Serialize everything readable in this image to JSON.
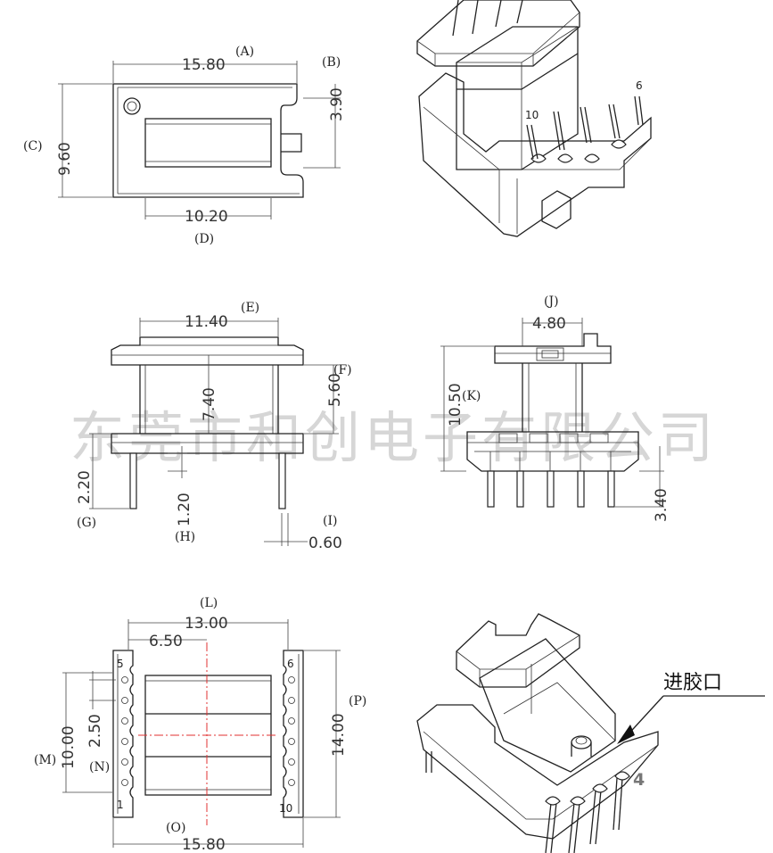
{
  "watermark": "东莞市和创电子有限公司",
  "top_view": {
    "dim_a": "15.80",
    "label_a": "(A)",
    "dim_b": "3.90",
    "label_b": "(B)",
    "dim_c": "9.60",
    "label_c": "(C)",
    "dim_d": "10.20",
    "label_d": "(D)"
  },
  "front_view": {
    "dim_e": "11.40",
    "label_e": "(E)",
    "dim_f": "5.60",
    "label_f": "(F)",
    "dim_inner": "7.40",
    "dim_g": "2.20",
    "label_g": "(G)",
    "dim_h": "1.20",
    "label_h": "(H)",
    "dim_i": "0.60",
    "label_i": "(I)"
  },
  "side_view": {
    "dim_j": "4.80",
    "label_j": "(J)",
    "dim_k": "10.50",
    "label_k": "(K)",
    "dim_pin": "3.40"
  },
  "bottom_view": {
    "dim_l": "13.00",
    "label_l": "(L)",
    "dim_half": "6.50",
    "dim_m": "10.00",
    "label_m": "(M)",
    "dim_n": "2.50",
    "label_n": "(N)",
    "dim_o": "15.80",
    "label_o": "(O)",
    "dim_p": "14.00",
    "label_p": "(P)",
    "pin_labels": [
      "5",
      "1",
      "6",
      "10"
    ]
  },
  "iso_top": {
    "pin_labels": [
      "10",
      "6"
    ]
  },
  "iso_bottom": {
    "gate_label": "进胶口",
    "pin_label": "4"
  }
}
